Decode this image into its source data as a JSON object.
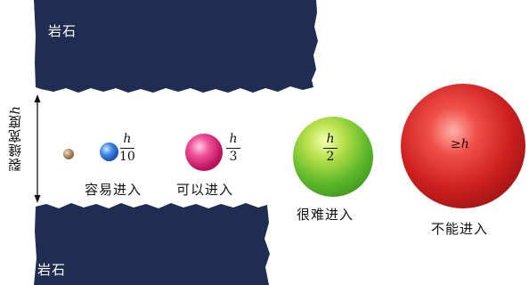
{
  "rock_top_label": "岩石",
  "rock_bottom_label": "岩石",
  "crack_width_label": {
    "text": "裂缝宽度",
    "var": "h"
  },
  "particles": [
    {
      "id": "tiny",
      "caption": "",
      "fraction": null
    },
    {
      "id": "blue",
      "caption": "容易进入",
      "fraction": {
        "num": "h",
        "den": "10"
      }
    },
    {
      "id": "magenta",
      "caption": "可以进入",
      "fraction": {
        "num": "h",
        "den": "3"
      }
    },
    {
      "id": "green",
      "caption": "很难进入",
      "fraction": {
        "num": "h",
        "den": "2"
      }
    },
    {
      "id": "red",
      "caption": "不能进入",
      "label": {
        "symbol": "≥",
        "var": "h"
      }
    }
  ],
  "colors": {
    "rock": "#1f2d52",
    "blue_ball": "#1f5fd0",
    "magenta_ball": "#d0206a",
    "green_ball": "#5cb82a",
    "red_ball": "#cc1f1f",
    "tiny_ball": "#9a7a52"
  }
}
